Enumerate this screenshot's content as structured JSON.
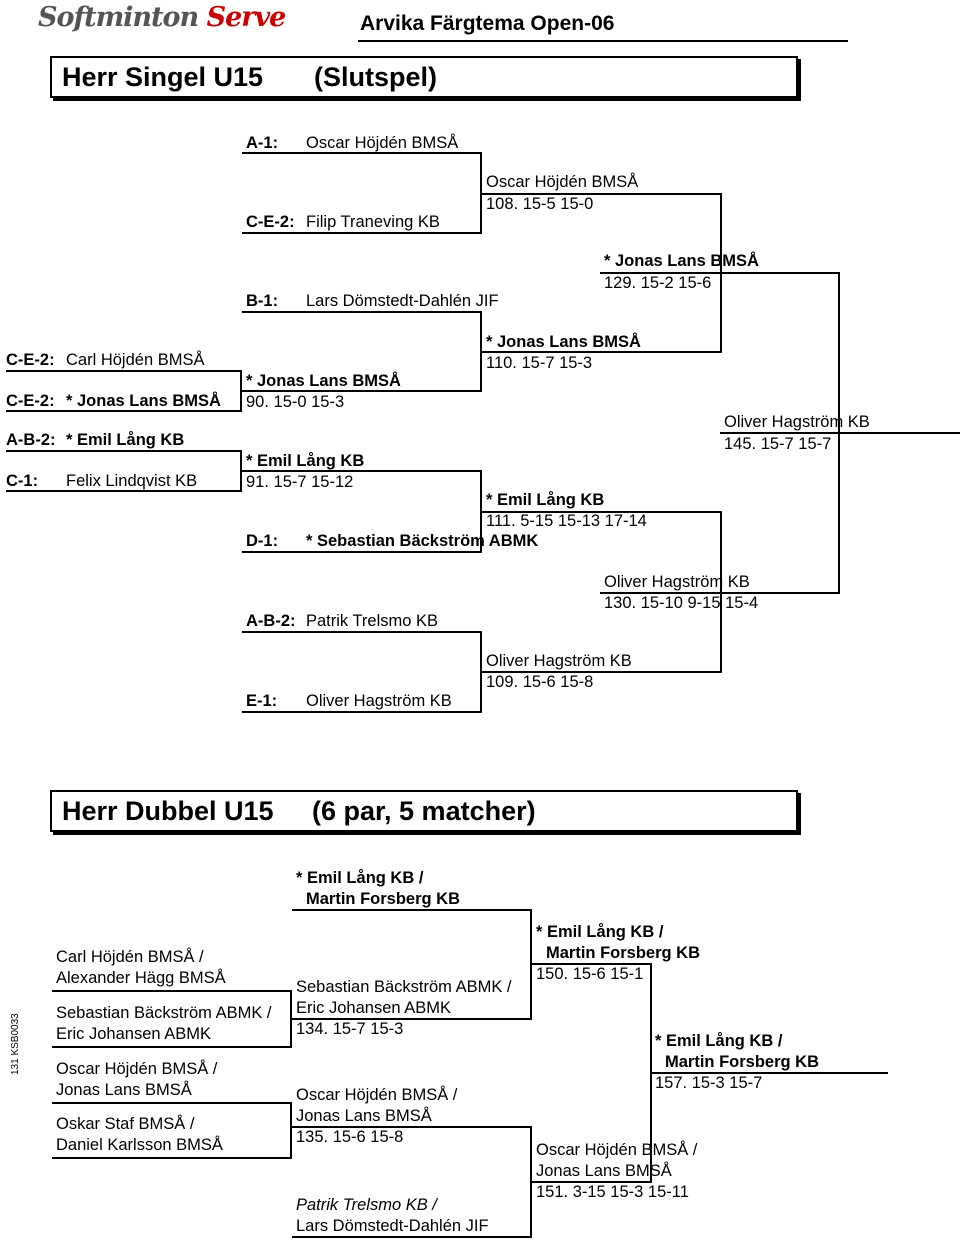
{
  "header": {
    "logo_part1": "Softminton",
    "logo_part2": "Serve",
    "event_title": "Arvika Färgtema Open-06"
  },
  "singel": {
    "title": "Herr Singel U15",
    "subtitle": "(Slutspel)",
    "slots": [
      {
        "seed": "A-1:",
        "name": "Oscar Höjdén BMSÅ"
      },
      {
        "seed": "C-E-2:",
        "name": "Filip Traneving KB"
      },
      {
        "seed": "B-1:",
        "name": "Lars Dömstedt-Dahlén JIF"
      },
      {
        "seed": "C-E-2:",
        "name": "Carl Höjdén BMSÅ"
      },
      {
        "seed": "C-E-2:",
        "name": "* Jonas Lans BMSÅ"
      },
      {
        "seed": "A-B-2:",
        "name": "* Emil Lång KB"
      },
      {
        "seed": "C-1:",
        "name": "Felix Lindqvist KB"
      },
      {
        "seed": "D-1:",
        "name": "* Sebastian Bäckström ABMK"
      },
      {
        "seed": "A-B-2:",
        "name": "Patrik Trelsmo KB"
      },
      {
        "seed": "E-1:",
        "name": "Oliver Hagström KB"
      }
    ],
    "matches": [
      {
        "winner": "* Jonas Lans BMSÅ",
        "result": "90.  15-0  15-3"
      },
      {
        "winner": "* Emil Lång KB",
        "result": "91.  15-7  15-12"
      },
      {
        "winner": "Oscar Höjdén BMSÅ",
        "result": "108.  15-5  15-0"
      },
      {
        "winner": "Oliver Hagström KB",
        "result": "109.  15-6  15-8"
      },
      {
        "winner": "* Jonas Lans BMSÅ",
        "result": "110.  15-7  15-3"
      },
      {
        "winner": "* Emil Lång KB",
        "result": "111.  5-15  15-13  17-14"
      },
      {
        "winner": "* Jonas Lans BMSÅ",
        "result": "129.  15-2  15-6"
      },
      {
        "winner": "Oliver Hagström KB",
        "result": "130.  15-10  9-15  15-4"
      },
      {
        "winner": "Oliver Hagström KB",
        "result": "145.  15-7  15-7"
      }
    ]
  },
  "dubbel": {
    "title": "Herr Dubbel U15",
    "subtitle": "(6 par,  5 matcher)",
    "code": "131  KSB0033",
    "entries": [
      {
        "p1": "Carl Höjdén BMSÅ /",
        "p2": "Alexander Hägg BMSÅ"
      },
      {
        "p1": "Sebastian Bäckström ABMK /",
        "p2": "Eric Johansen ABMK"
      },
      {
        "p1": "Oscar Höjdén BMSÅ /",
        "p2": "Jonas Lans BMSÅ"
      },
      {
        "p1": "Oskar Staf BMSÅ /",
        "p2": "Daniel Karlsson BMSÅ"
      }
    ],
    "seeded_top": {
      "p1": "* Emil Lång KB /",
      "p2": "Martin Forsberg KB"
    },
    "seeded_bottom": {
      "p1": "Patrik Trelsmo KB /",
      "p2": "Lars Dömstedt-Dahlén JIF"
    },
    "matches": [
      {
        "p1": "Sebastian Bäckström ABMK /",
        "p2": "Eric Johansen ABMK",
        "result": "134.  15-7  15-3"
      },
      {
        "p1": "Oscar Höjdén BMSÅ /",
        "p2": "Jonas Lans BMSÅ",
        "result": "135.  15-6  15-8"
      },
      {
        "p1": "* Emil Lång KB /",
        "p2": "Martin Forsberg KB",
        "result": "150.  15-6  15-1"
      },
      {
        "p1": "Oscar Höjdén BMSÅ /",
        "p2": "Jonas Lans BMSÅ",
        "result": "151.  3-15  15-3  15-11"
      },
      {
        "p1": "* Emil Lång KB /",
        "p2": "Martin Forsberg KB",
        "result": "157.  15-3  15-7"
      }
    ]
  }
}
